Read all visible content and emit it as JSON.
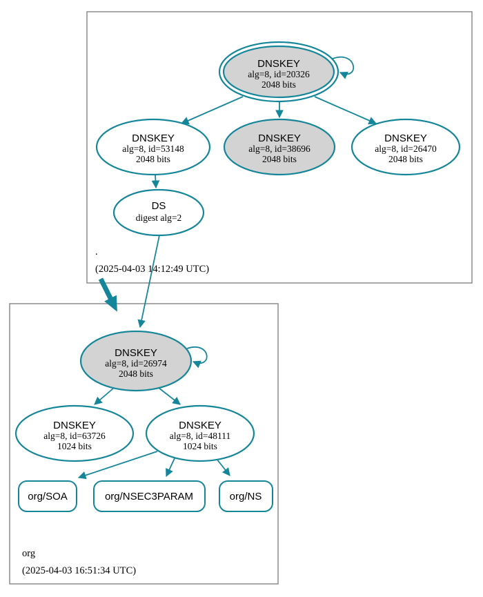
{
  "diagram": {
    "type": "dnssec-authentication-chain",
    "colors": {
      "edge": "#15869a",
      "secure_node_fill": "#d3d3d3",
      "plain_node_fill": "#ffffff",
      "zone_box_border": "#8b8b8b",
      "text": "#000000"
    },
    "zones": {
      "root": {
        "label": ".",
        "timestamp": "(2025-04-03 14:12:49 UTC)",
        "ksk": {
          "title": "DNSKEY",
          "detail": "alg=8, id=20326",
          "bits": "2048 bits"
        },
        "keys": [
          {
            "title": "DNSKEY",
            "detail": "alg=8, id=53148",
            "bits": "2048 bits"
          },
          {
            "title": "DNSKEY",
            "detail": "alg=8, id=38696",
            "bits": "2048 bits"
          },
          {
            "title": "DNSKEY",
            "detail": "alg=8, id=26470",
            "bits": "2048 bits"
          }
        ],
        "ds": {
          "title": "DS",
          "detail": "digest alg=2"
        }
      },
      "org": {
        "label": "org",
        "timestamp": "(2025-04-03 16:51:34 UTC)",
        "ksk": {
          "title": "DNSKEY",
          "detail": "alg=8, id=26974",
          "bits": "2048 bits"
        },
        "keys": [
          {
            "title": "DNSKEY",
            "detail": "alg=8, id=63726",
            "bits": "1024 bits"
          },
          {
            "title": "DNSKEY",
            "detail": "alg=8, id=48111",
            "bits": "1024 bits"
          }
        ],
        "rrsets": [
          {
            "label": "org/SOA"
          },
          {
            "label": "org/NSEC3PARAM"
          },
          {
            "label": "org/NS"
          }
        ]
      }
    },
    "edges": [
      {
        "from": "DNSKEY id=20326",
        "to": "DNSKEY id=20326",
        "type": "self-signature"
      },
      {
        "from": "DNSKEY id=20326",
        "to": "DNSKEY id=53148",
        "type": "signature"
      },
      {
        "from": "DNSKEY id=20326",
        "to": "DNSKEY id=38696",
        "type": "signature"
      },
      {
        "from": "DNSKEY id=20326",
        "to": "DNSKEY id=26470",
        "type": "signature"
      },
      {
        "from": "DNSKEY id=53148",
        "to": "DS digest alg=2",
        "type": "signature"
      },
      {
        "from": "DS digest alg=2",
        "to": "DNSKEY id=26974",
        "type": "delegation-secure"
      },
      {
        "from": "zone .",
        "to": "zone org",
        "type": "delegation"
      },
      {
        "from": "DNSKEY id=26974",
        "to": "DNSKEY id=26974",
        "type": "self-signature"
      },
      {
        "from": "DNSKEY id=26974",
        "to": "DNSKEY id=63726",
        "type": "signature"
      },
      {
        "from": "DNSKEY id=26974",
        "to": "DNSKEY id=48111",
        "type": "signature"
      },
      {
        "from": "DNSKEY id=48111",
        "to": "org/SOA",
        "type": "signature"
      },
      {
        "from": "DNSKEY id=48111",
        "to": "org/NSEC3PARAM",
        "type": "signature"
      },
      {
        "from": "DNSKEY id=48111",
        "to": "org/NS",
        "type": "signature"
      }
    ]
  }
}
